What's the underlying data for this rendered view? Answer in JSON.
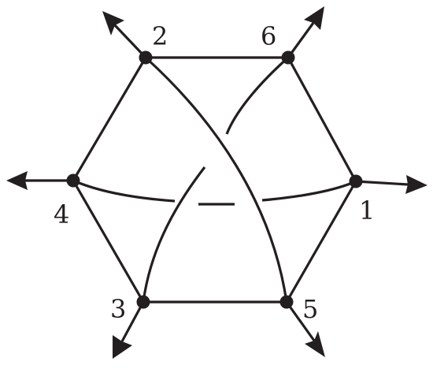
{
  "diagram": {
    "ink_color": "#231f20",
    "background": "#ffffff",
    "vertices": [
      {
        "id": "v1",
        "label": "1"
      },
      {
        "id": "v2",
        "label": "2"
      },
      {
        "id": "v3",
        "label": "3"
      },
      {
        "id": "v4",
        "label": "4"
      },
      {
        "id": "v5",
        "label": "5"
      },
      {
        "id": "v6",
        "label": "6"
      }
    ],
    "edges": [
      {
        "from": "2",
        "to": "6",
        "kind": "straight"
      },
      {
        "from": "6",
        "to": "1",
        "kind": "straight"
      },
      {
        "from": "1",
        "to": "5",
        "kind": "straight"
      },
      {
        "from": "5",
        "to": "3",
        "kind": "straight"
      },
      {
        "from": "3",
        "to": "4",
        "kind": "straight"
      },
      {
        "from": "4",
        "to": "2",
        "kind": "straight"
      },
      {
        "from": "2",
        "to": "5",
        "kind": "curved",
        "crossing": "over"
      },
      {
        "from": "6",
        "to": "3",
        "kind": "curved",
        "crossing": "under"
      },
      {
        "from": "4",
        "to": "1",
        "kind": "curved",
        "crossing": "under"
      }
    ],
    "external_arrows": [
      "1",
      "2",
      "3",
      "4",
      "5",
      "6"
    ]
  }
}
